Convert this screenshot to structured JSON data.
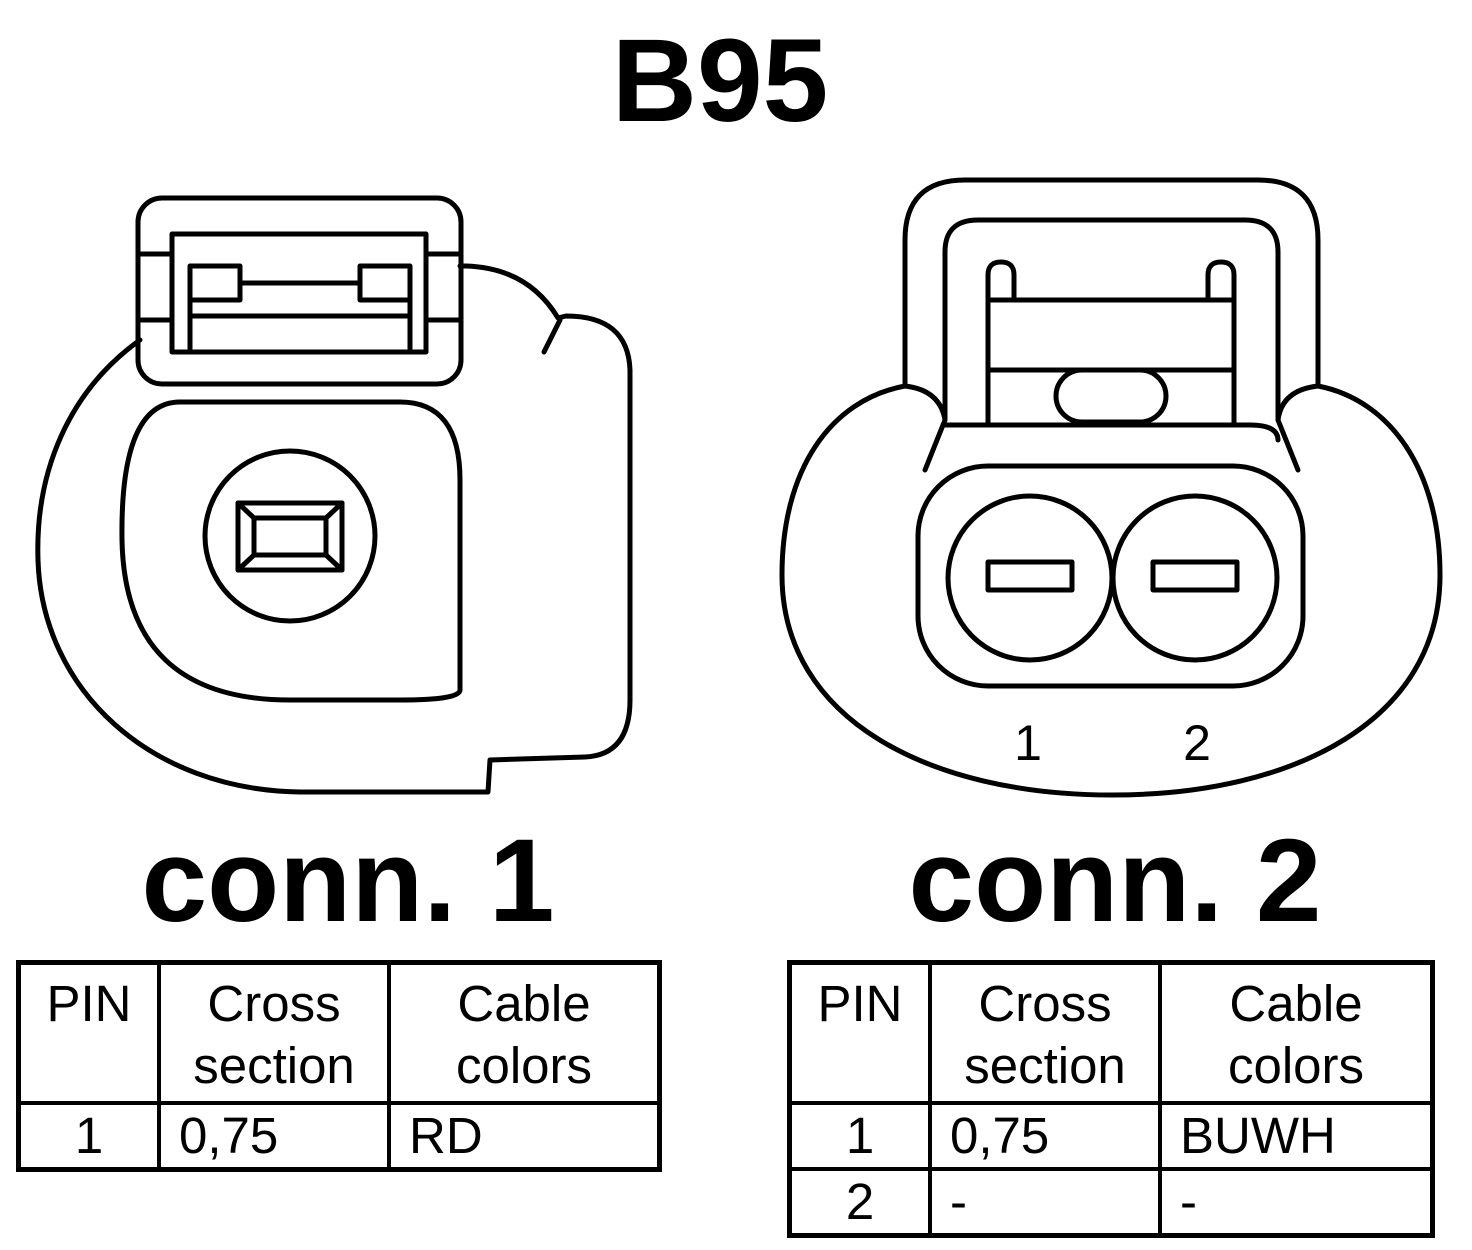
{
  "title": "B95",
  "connectors": [
    {
      "label": "conn. 1",
      "table": {
        "headers": [
          "PIN",
          "Cross section",
          "Cable colors"
        ],
        "rows": [
          {
            "pin": "1",
            "cross_section": "0,75",
            "cable_color": "RD"
          }
        ]
      }
    },
    {
      "label": "conn. 2",
      "pin_labels": [
        "1",
        "2"
      ],
      "table": {
        "headers": [
          "PIN",
          "Cross section",
          "Cable colors"
        ],
        "rows": [
          {
            "pin": "1",
            "cross_section": "0,75",
            "cable_color": "BUWH"
          },
          {
            "pin": "2",
            "cross_section": "-",
            "cable_color": "-"
          }
        ]
      }
    }
  ]
}
